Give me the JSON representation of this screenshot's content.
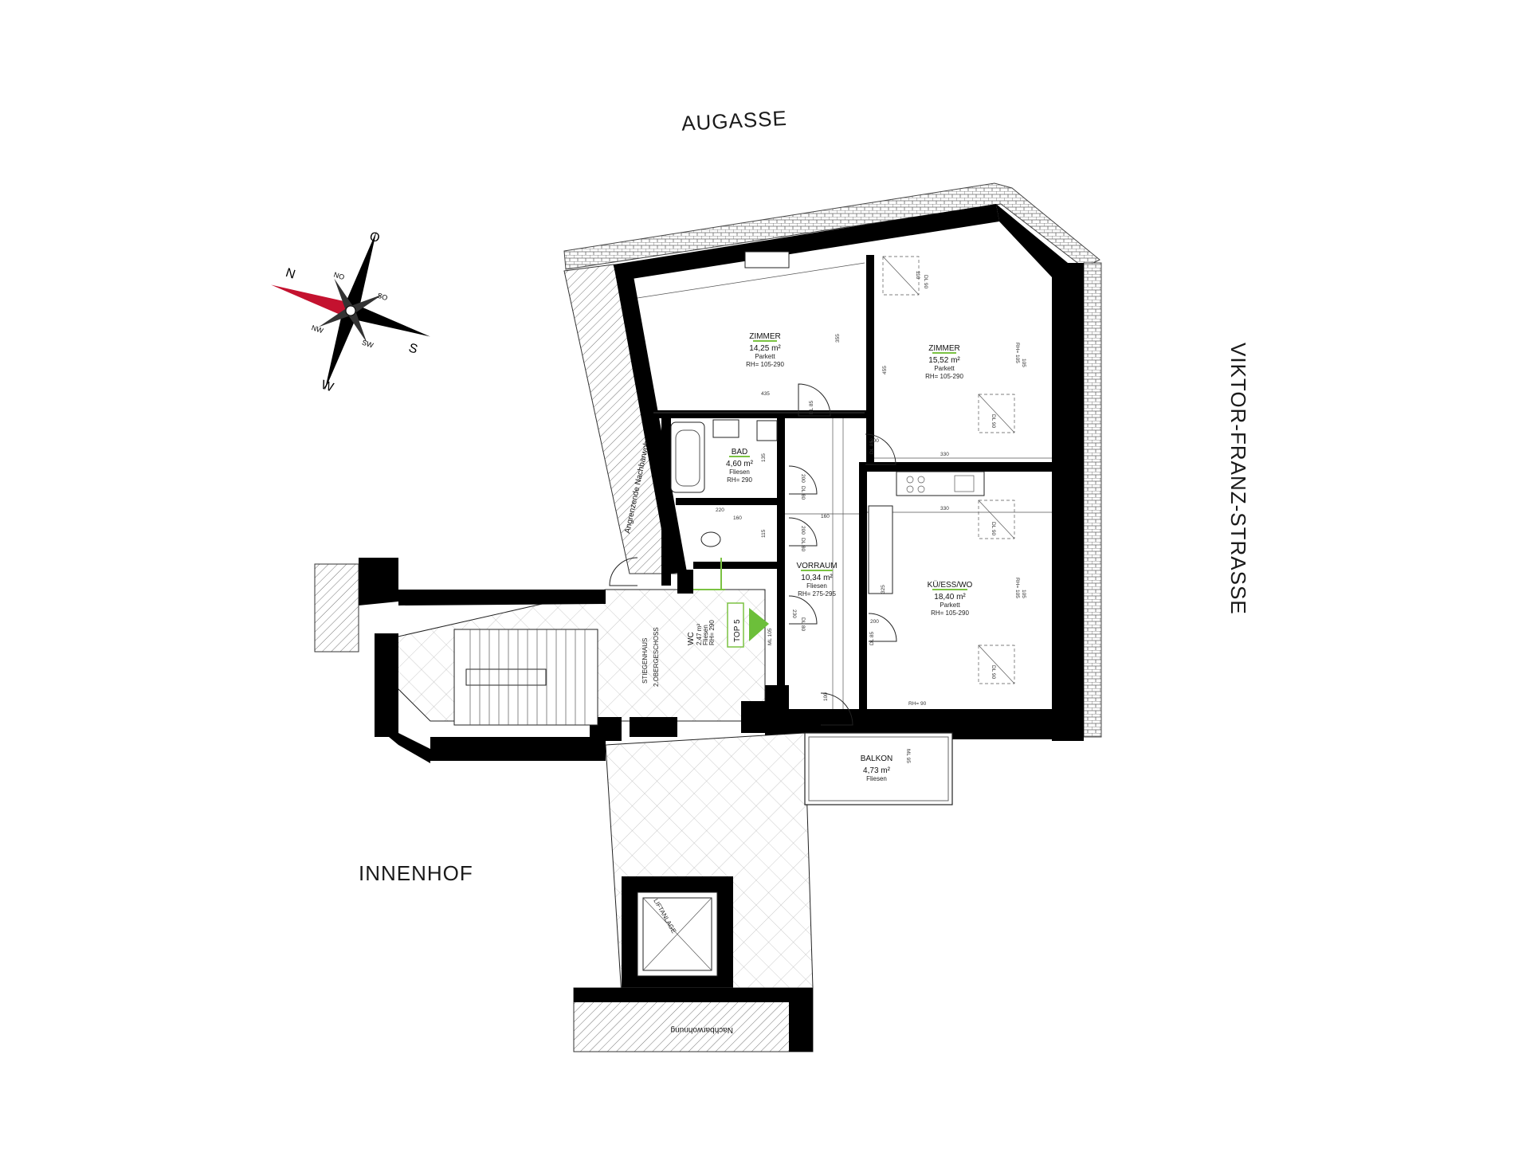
{
  "streets": {
    "north": "AUGASSE",
    "east": "VIKTOR-FRANZ-STRASSE",
    "courtyard": "INNENHOF"
  },
  "neighbors": {
    "left": "Angrenzende Nachbarwohnung",
    "bottom": "Nachbarwohnung"
  },
  "compass": {
    "n": "N",
    "o": "O",
    "s": "S",
    "w": "W",
    "no": "NO",
    "so": "SO",
    "sw": "SW",
    "nw": "NW"
  },
  "unit": {
    "label": "TOP 5"
  },
  "stair": {
    "name": "STIEGENHAUS",
    "floor": "2.OBERGESCHOSS"
  },
  "lift": {
    "name": "LIFTANLAGE"
  },
  "rooms": {
    "zimmer1": {
      "name": "ZIMMER",
      "area": "14,25 m²",
      "floor": "Parkett",
      "rh": "RH= 105-290"
    },
    "zimmer2": {
      "name": "ZIMMER",
      "area": "15,52 m²",
      "floor": "Parkett",
      "rh": "RH= 105-290"
    },
    "bad": {
      "name": "BAD",
      "area": "4,60 m²",
      "floor": "Fliesen",
      "rh": "RH= 290"
    },
    "vorraum": {
      "name": "VORRAUM",
      "area": "10,34 m²",
      "floor": "Fliesen",
      "rh": "RH= 275-295"
    },
    "wc": {
      "name": "WC",
      "area": "2,47 m²",
      "floor": "Fliesen",
      "rh": "RH= 290"
    },
    "kue": {
      "name": "KÜ/ESS/WO",
      "area": "18,40 m²",
      "floor": "Parkett",
      "rh": "RH= 105-290"
    },
    "balkon": {
      "name": "BALKON",
      "area": "4,73 m²",
      "floor": "Fliesen"
    }
  },
  "dims": {
    "d200": "200",
    "d220": "220",
    "d100": "100",
    "d230": "230",
    "d105": "105",
    "dl80": "DL 80",
    "dl85": "DL 85",
    "dl90": "DL 90",
    "ml105": "ML 105",
    "ml95": "ML 95",
    "rh105": "RH= 105",
    "rh90": "RH= 90",
    "w435": "435",
    "w330": "330",
    "w325": "325",
    "w455": "455",
    "w160": "160",
    "w115": "115",
    "w135": "135",
    "w355": "355",
    "w110": "110"
  }
}
